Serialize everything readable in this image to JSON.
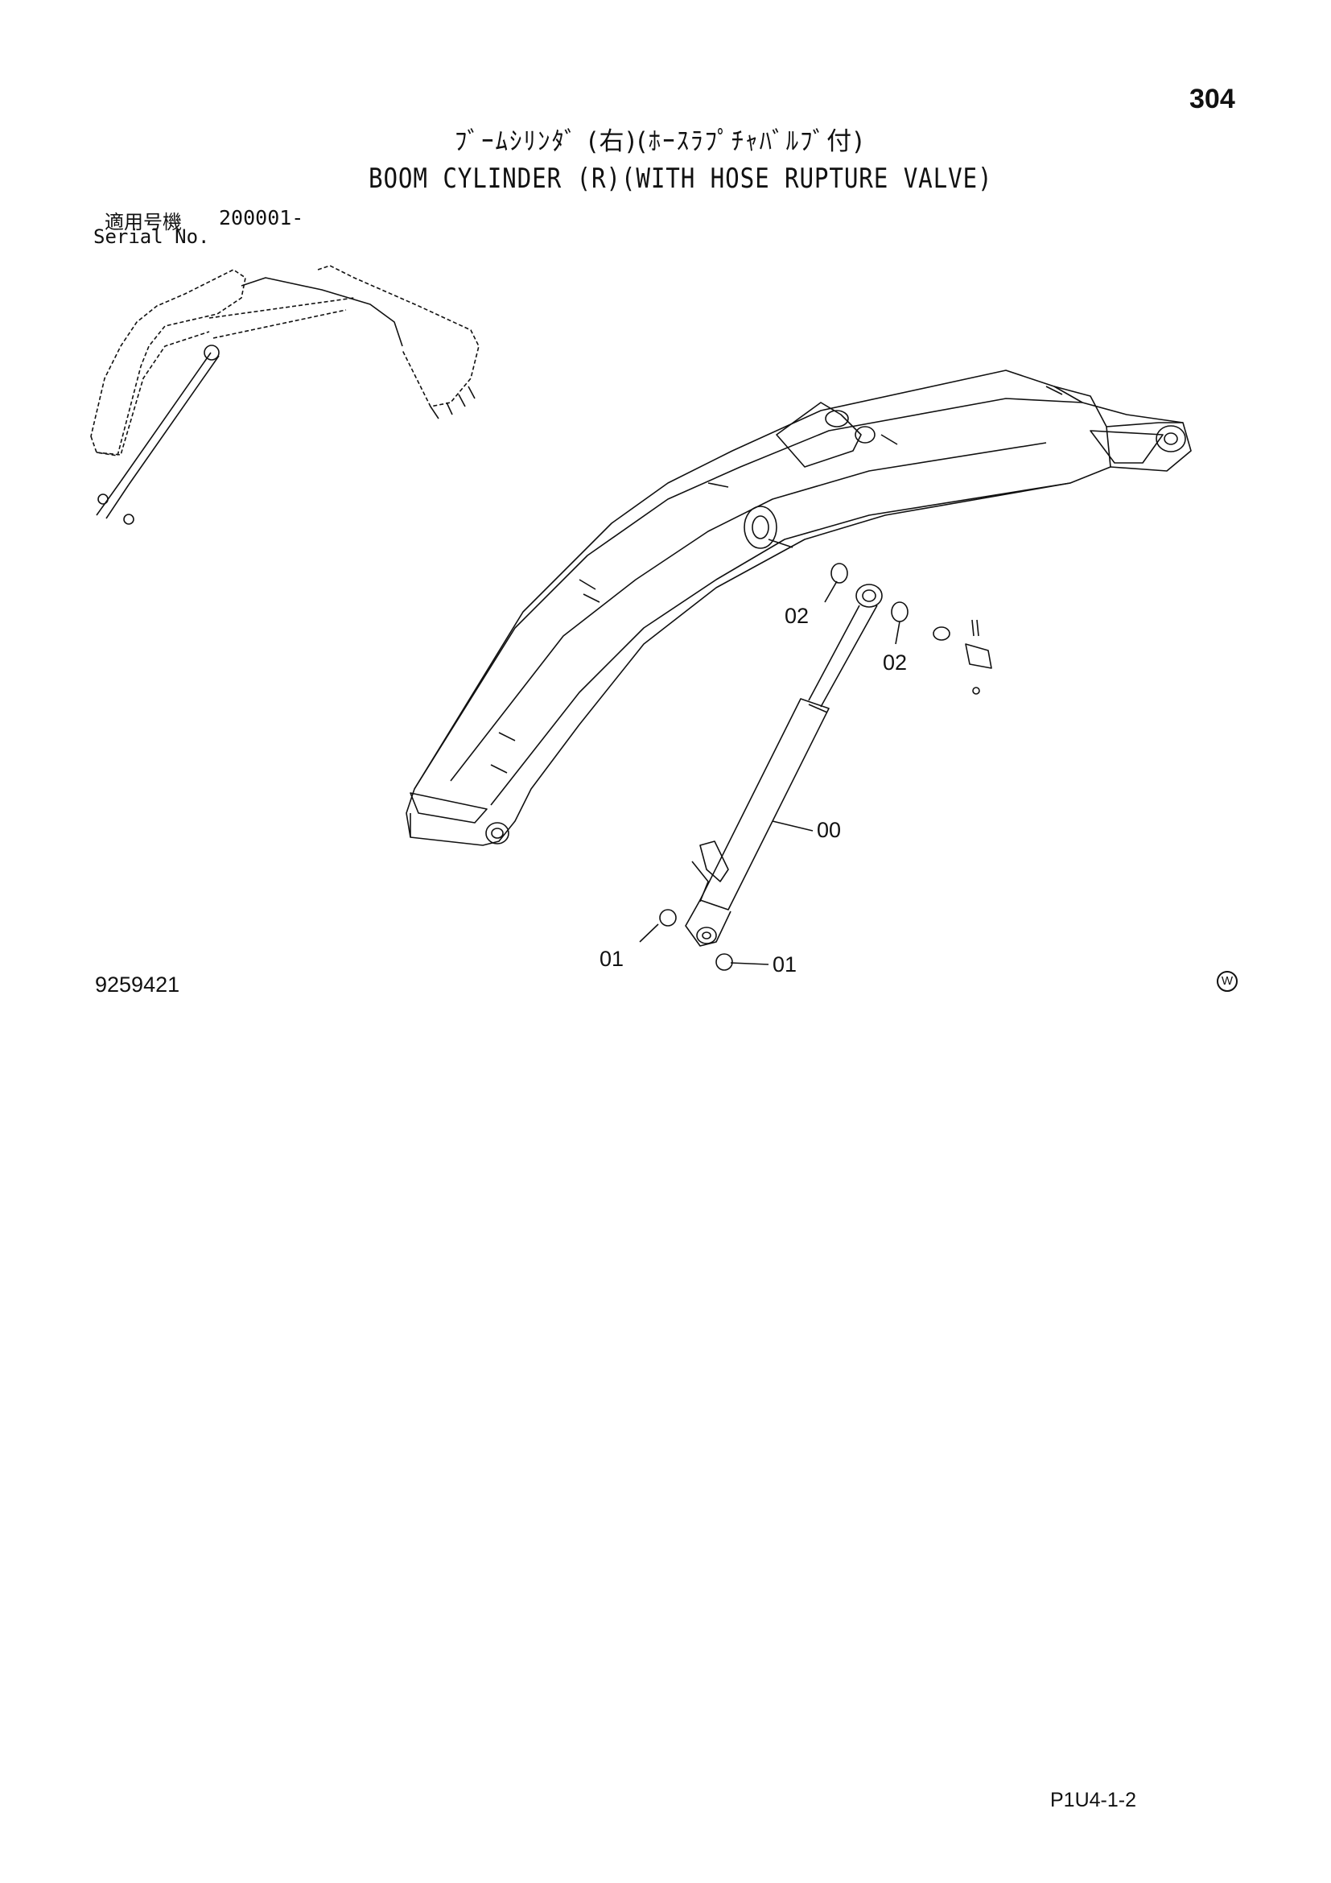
{
  "header": {
    "page_number": "304",
    "title_jp": "ﾌﾞｰﾑｼﾘﾝﾀﾞ (右)(ﾎｰｽﾗﾌﾟﾁｬﾊﾞﾙﾌﾞ付)",
    "title_en": "BOOM CYLINDER (R)(WITH HOSE RUPTURE VALVE)"
  },
  "serial": {
    "label_jp": "適用号機",
    "range": "200001-",
    "label_en": "Serial No."
  },
  "callouts": {
    "bushing_upper_left": "02",
    "bushing_upper_right": "02",
    "cylinder": "00",
    "bushing_lower_left": "01",
    "bushing_lower_right": "01"
  },
  "footer": {
    "drawing_number": "9259421",
    "mark": "W",
    "sheet_code": "P1U4-1-2"
  }
}
